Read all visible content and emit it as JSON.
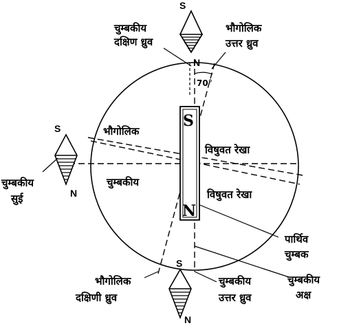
{
  "labels": {
    "magnetic_south_pole": [
      "चुम्बकीय",
      "दक्षिण ध्रुव"
    ],
    "geographic_north_pole": [
      "भौगोलिक",
      "उत्तर ध्रुव"
    ],
    "angle": "70°",
    "geographic_upper": "भौगोलिक",
    "magnetic_lower": "चुम्बकीय",
    "equator_upper": "विषुवत रेखा",
    "equator_lower": "विषुवत रेखा",
    "magnetic_needle": [
      "चुम्बकीय",
      "सुई"
    ],
    "earth_magnet": [
      "पार्थिव",
      "चुम्बक"
    ],
    "magnetic_axis": [
      "चुम्बकीय",
      "अक्ष"
    ],
    "geographic_south_pole": [
      "भौगोलिक",
      "दक्षिणी ध्रुव"
    ],
    "magnetic_north_pole": [
      "चुम्बकीय",
      "उत्तर ध्रुव"
    ]
  },
  "poles": {
    "south": "S",
    "north": "N",
    "bar_south": "S",
    "bar_north": "N"
  }
}
